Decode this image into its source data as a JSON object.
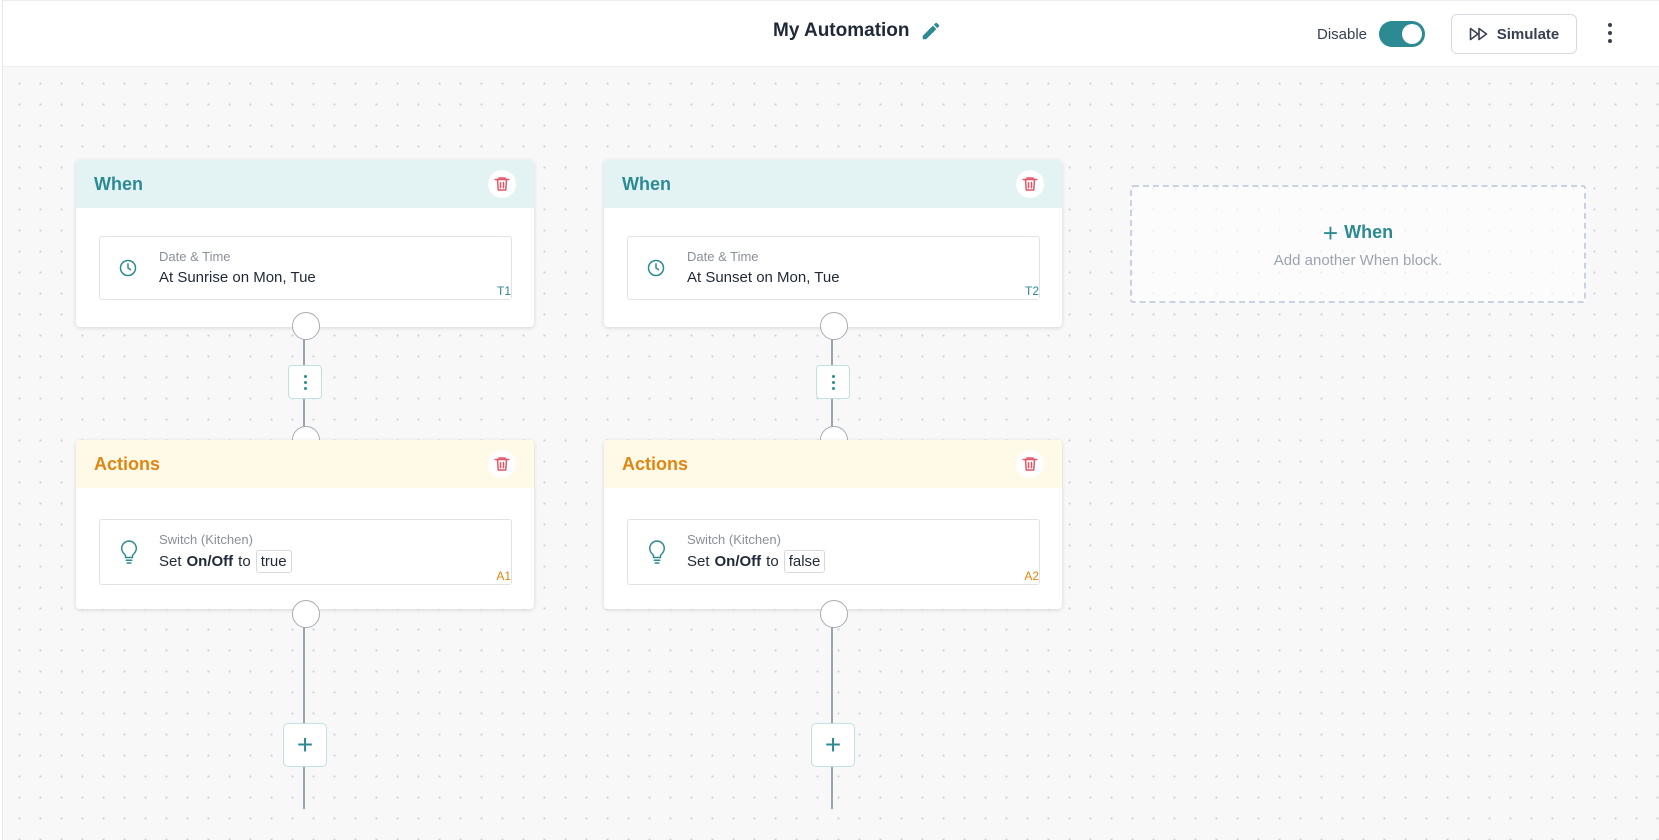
{
  "header": {
    "title": "My Automation",
    "disable_label": "Disable",
    "disable_on": true,
    "simulate_label": "Simulate"
  },
  "colors": {
    "accent": "#2c8a92",
    "actions_accent": "#e0850f",
    "delete": "#e25566"
  },
  "flows": [
    {
      "when": {
        "title": "When",
        "trigger": {
          "icon": "clock-icon",
          "category": "Date & Time",
          "summary": "At Sunrise on Mon, Tue",
          "tag": "T1"
        }
      },
      "actions": {
        "title": "Actions",
        "action": {
          "icon": "lightbulb-icon",
          "device": "Switch (Kitchen)",
          "prefix": "Set",
          "property": "On/Off",
          "connector": "to",
          "value": "true",
          "tag": "A1"
        }
      }
    },
    {
      "when": {
        "title": "When",
        "trigger": {
          "icon": "clock-icon",
          "category": "Date & Time",
          "summary": "At Sunset on Mon, Tue",
          "tag": "T2"
        }
      },
      "actions": {
        "title": "Actions",
        "action": {
          "icon": "lightbulb-icon",
          "device": "Switch (Kitchen)",
          "prefix": "Set",
          "property": "On/Off",
          "connector": "to",
          "value": "false",
          "tag": "A2"
        }
      }
    }
  ],
  "add_when": {
    "title": "When",
    "subtitle": "Add another When block."
  }
}
